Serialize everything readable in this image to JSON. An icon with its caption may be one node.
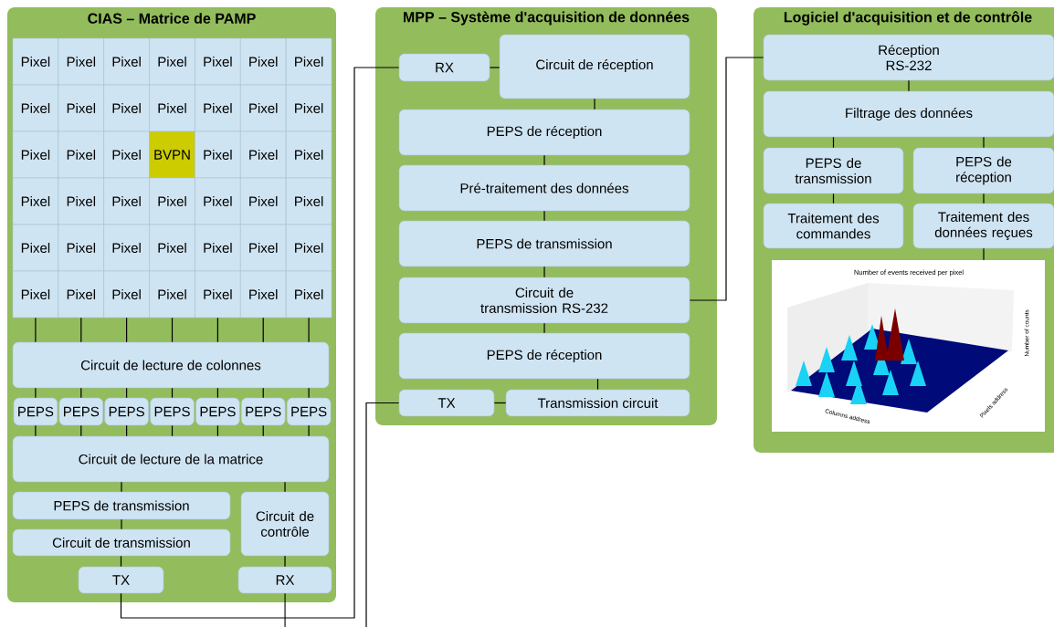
{
  "diagram": {
    "nodes": [
      {
        "text": [
          "CIAS – Matrice de PAMP"
        ]
      },
      {
        "text": [
          "Pixel"
        ],
        "in": 0
      },
      {
        "text": [
          "Pixel"
        ],
        "in": 0
      },
      {
        "text": [
          "Pixel"
        ],
        "in": 0
      },
      {
        "text": [
          "Pixel"
        ],
        "in": 0
      },
      {
        "text": [
          "Pixel"
        ],
        "in": 0
      },
      {
        "text": [
          "Pixel"
        ],
        "in": 0
      },
      {
        "text": [
          "Pixel"
        ],
        "in": 0
      },
      {
        "text": [
          "Pixel"
        ],
        "in": 0
      },
      {
        "text": [
          "Pixel"
        ],
        "in": 0
      },
      {
        "text": [
          "Pixel"
        ],
        "in": 0
      },
      {
        "text": [
          "Pixel"
        ],
        "in": 0
      },
      {
        "text": [
          "Pixel"
        ],
        "in": 0
      },
      {
        "text": [
          "Pixel"
        ],
        "in": 0
      },
      {
        "text": [
          "Pixel"
        ],
        "in": 0
      },
      {
        "text": [
          "Pixel"
        ],
        "in": 0
      },
      {
        "text": [
          "Pixel"
        ],
        "in": 0
      },
      {
        "text": [
          "Pixel"
        ],
        "in": 0
      },
      {
        "text": [
          "BVPN"
        ],
        "in": 0
      },
      {
        "text": [
          "Pixel"
        ],
        "in": 0
      },
      {
        "text": [
          "Pixel"
        ],
        "in": 0
      },
      {
        "text": [
          "Pixel"
        ],
        "in": 0
      },
      {
        "text": [
          "Pixel"
        ],
        "in": 0
      },
      {
        "text": [
          "Pixel"
        ],
        "in": 0
      },
      {
        "text": [
          "Pixel"
        ],
        "in": 0
      },
      {
        "text": [
          "Pixel"
        ],
        "in": 0
      },
      {
        "text": [
          "Pixel"
        ],
        "in": 0
      },
      {
        "text": [
          "Pixel"
        ],
        "in": 0
      },
      {
        "text": [
          "Pixel"
        ],
        "in": 0
      },
      {
        "text": [
          "Pixel"
        ],
        "in": 0
      },
      {
        "text": [
          "Pixel"
        ],
        "in": 0
      },
      {
        "text": [
          "Pixel"
        ],
        "in": 0
      },
      {
        "text": [
          "Pixel"
        ],
        "in": 0
      },
      {
        "text": [
          "Pixel"
        ],
        "in": 0
      },
      {
        "text": [
          "Pixel"
        ],
        "in": 0
      },
      {
        "text": [
          "Pixel"
        ],
        "in": 0
      },
      {
        "text": [
          "Pixel"
        ],
        "in": 0
      },
      {
        "text": [
          "Pixel"
        ],
        "in": 0
      },
      {
        "text": [
          "Pixel"
        ],
        "in": 0
      },
      {
        "text": [
          "Pixel"
        ],
        "in": 0
      },
      {
        "text": [
          "Pixel"
        ],
        "in": 0
      },
      {
        "text": [
          "Pixel"
        ],
        "in": 0
      },
      {
        "text": [
          "Pixel"
        ],
        "in": 0
      },
      {
        "text": [
          "Circuit de lecture de colonnes"
        ],
        "in": 0
      },
      {
        "text": [
          "PEPS"
        ],
        "in": 0
      },
      {
        "text": [
          "PEPS"
        ],
        "in": 0
      },
      {
        "text": [
          "PEPS"
        ],
        "in": 0
      },
      {
        "text": [
          "PEPS"
        ],
        "in": 0
      },
      {
        "text": [
          "PEPS"
        ],
        "in": 0
      },
      {
        "text": [
          "PEPS"
        ],
        "in": 0
      },
      {
        "text": [
          "PEPS"
        ],
        "in": 0
      },
      {
        "text": [
          "Circuit de lecture de la matrice"
        ],
        "in": 0
      },
      {
        "text": [
          "PEPS de transmission"
        ],
        "in": 0
      },
      {
        "text": [
          "Circuit de contrôle"
        ],
        "in": 0
      },
      {
        "text": [
          "Circuit de transmission"
        ],
        "in": 0
      },
      {
        "text": [
          "TX"
        ],
        "in": 0
      },
      {
        "text": [
          "RX"
        ],
        "in": 0
      },
      {
        "text": [
          "MPP – Système d'acquisition de données"
        ]
      },
      {
        "text": [
          "RX"
        ],
        "in": 57
      },
      {
        "text": [
          "Circuit de réception"
        ],
        "in": 57
      },
      {
        "text": [
          "PEPS de réception"
        ],
        "in": 57
      },
      {
        "text": [
          "Pré-traitement des données"
        ],
        "in": 57
      },
      {
        "text": [
          "PEPS de transmission"
        ],
        "in": 57
      },
      {
        "text": [
          "Circuit de transmission RS-232"
        ],
        "in": 57
      },
      {
        "text": [
          "PEPS de réception"
        ],
        "in": 57
      },
      {
        "text": [
          "TX"
        ],
        "in": 57
      },
      {
        "text": [
          "Transmission circuit"
        ],
        "in": 57
      },
      {
        "text": [
          "Logiciel d'acquisition et de contrôle"
        ]
      },
      {
        "text": [
          "Réception RS-232"
        ],
        "in": 67
      },
      {
        "text": [
          "Filtrage des données"
        ],
        "in": 67
      },
      {
        "text": [
          "PEPS de transmission"
        ],
        "in": 67
      },
      {
        "text": [
          "PEPS de réception"
        ],
        "in": 67
      },
      {
        "text": [
          "Traitement des commandes"
        ],
        "in": 67
      },
      {
        "text": [
          "Traitement des données reçues"
        ],
        "in": 67
      },
      {
        "text": [],
        "shape": "picture",
        "in": 67
      }
    ],
    "edges": [
      {
        "from": 36,
        "to": 43,
        "arrow": "none"
      },
      {
        "from": 37,
        "to": 43,
        "arrow": "none"
      },
      {
        "from": 38,
        "to": 43,
        "arrow": "none"
      },
      {
        "from": 39,
        "to": 43,
        "arrow": "none"
      },
      {
        "from": 40,
        "to": 43,
        "arrow": "none"
      },
      {
        "from": 41,
        "to": 43,
        "arrow": "none"
      },
      {
        "from": 42,
        "to": 43,
        "arrow": "none"
      },
      {
        "from": 43,
        "to": 44,
        "arrow": "none"
      },
      {
        "from": 43,
        "to": 45,
        "arrow": "none"
      },
      {
        "from": 43,
        "to": 46,
        "arrow": "none"
      },
      {
        "from": 43,
        "to": 47,
        "arrow": "none"
      },
      {
        "from": 43,
        "to": 48,
        "arrow": "none"
      },
      {
        "from": 43,
        "to": 49,
        "arrow": "none"
      },
      {
        "from": 43,
        "to": 50,
        "arrow": "none"
      },
      {
        "from": 44,
        "to": 51,
        "arrow": "none"
      },
      {
        "from": 45,
        "to": 51,
        "arrow": "none"
      },
      {
        "from": 46,
        "to": 51,
        "arrow": "none"
      },
      {
        "from": 47,
        "to": 51,
        "arrow": "none"
      },
      {
        "from": 48,
        "to": 51,
        "arrow": "none"
      },
      {
        "from": 49,
        "to": 51,
        "arrow": "none"
      },
      {
        "from": 50,
        "to": 51,
        "arrow": "none"
      },
      {
        "from": 51,
        "to": 52,
        "arrow": "none"
      },
      {
        "from": 51,
        "to": 53,
        "arrow": "none"
      },
      {
        "from": 52,
        "to": 54,
        "arrow": "none"
      },
      {
        "from": 54,
        "to": 55,
        "arrow": "none"
      },
      {
        "from": 53,
        "to": 56,
        "arrow": "none"
      },
      {
        "from": 55,
        "to": 58,
        "arrow": "none"
      },
      {
        "from": 56,
        "to": null,
        "arrow": "none"
      },
      {
        "from": 58,
        "to": 59,
        "arrow": "none"
      },
      {
        "from": 59,
        "to": 60,
        "arrow": "none"
      },
      {
        "from": 60,
        "to": 61,
        "arrow": "none"
      },
      {
        "from": 61,
        "to": 62,
        "arrow": "none"
      },
      {
        "from": 62,
        "to": 63,
        "arrow": "none"
      },
      {
        "from": 63,
        "to": 64,
        "arrow": "none"
      },
      {
        "from": 64,
        "to": 66,
        "arrow": "none"
      },
      {
        "from": 66,
        "to": 65,
        "arrow": "none"
      },
      {
        "from": 65,
        "to": null,
        "arrow": "none"
      },
      {
        "from": 63,
        "to": 68,
        "arrow": "none"
      },
      {
        "from": 68,
        "to": 69,
        "arrow": "none"
      },
      {
        "from": 69,
        "to": 70,
        "arrow": "none"
      },
      {
        "from": 69,
        "to": 71,
        "arrow": "none"
      },
      {
        "from": 70,
        "to": 72,
        "arrow": "none"
      },
      {
        "from": 71,
        "to": 73,
        "arrow": "none"
      },
      {
        "from": 73,
        "to": 74,
        "arrow": "none"
      }
    ],
    "labels": [
      "Number of events received per pixel",
      "Columns address",
      "Pixels address",
      "Number of counts"
    ]
  }
}
